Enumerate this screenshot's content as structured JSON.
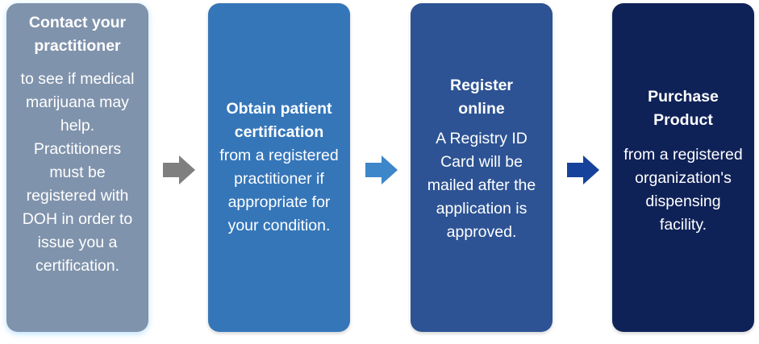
{
  "steps": [
    {
      "title": "Contact your practitioner",
      "body": "to see if medical marijuana may help. Practitioners must be registered with DOH in order to issue you a certification.",
      "color": "#8093ac"
    },
    {
      "title": "Obtain patient certification",
      "body": "from a registered practitioner if appropriate for your condition.",
      "color": "#3576b9"
    },
    {
      "title": "Register online",
      "body": "A Registry ID Card will be mailed after the application is approved.",
      "color": "#2d5394"
    },
    {
      "title": "Purchase Product",
      "body": "from a registered organization's dispensing facility.",
      "color": "#0f2258"
    }
  ],
  "arrows": [
    {
      "icon": "right-arrow-icon",
      "color": "#7f7f7f"
    },
    {
      "icon": "right-arrow-icon",
      "color": "#3d86c9"
    },
    {
      "icon": "right-arrow-icon",
      "color": "#17429b"
    }
  ]
}
